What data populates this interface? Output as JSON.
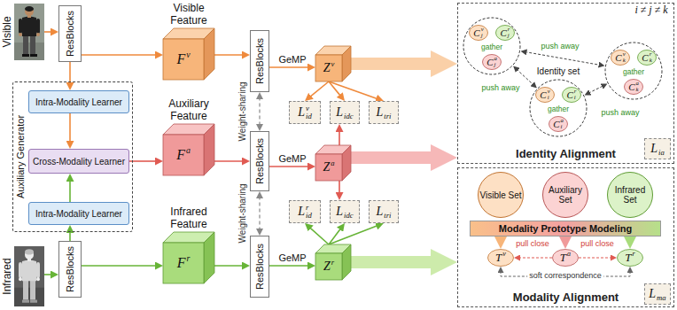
{
  "diagram": {
    "nodes": [
      {
        "text": [
          "Visible"
        ]
      },
      {
        "text": [
          "ResBlocks"
        ]
      },
      {
        "text": [
          "Auxiliary Generator"
        ]
      },
      {
        "text": [
          "Intra-Modality Learner"
        ],
        "in": 2
      },
      {
        "text": [
          "Cross-Modality Learner"
        ],
        "in": 2
      },
      {
        "text": [
          "Intra-Modality Learner"
        ],
        "in": 2
      },
      {
        "text": [
          "ResBlocks"
        ]
      },
      {
        "text": [
          "Infrared"
        ]
      },
      {
        "text": [
          "Visible Feature",
          "F",
          "v"
        ]
      },
      {
        "text": [
          "Auxiliary Feature",
          "F",
          "a"
        ]
      },
      {
        "text": [
          "Infrared Feature",
          "F",
          "r"
        ]
      },
      {
        "text": [
          "ResBlocks"
        ]
      },
      {
        "text": [
          "ResBlocks"
        ]
      },
      {
        "text": [
          "ResBlocks"
        ]
      },
      {
        "text": [
          "Z",
          "v"
        ]
      },
      {
        "text": [
          "L",
          "v",
          "id"
        ]
      },
      {
        "text": [
          "L",
          "idc"
        ]
      },
      {
        "text": [
          "L",
          "tri"
        ]
      },
      {
        "text": [
          "Z",
          "a"
        ]
      },
      {
        "text": [
          "L",
          "r",
          "id"
        ]
      },
      {
        "text": [
          "L",
          "idc"
        ]
      },
      {
        "text": [
          "L",
          "tri"
        ]
      },
      {
        "text": [
          "Z",
          "r"
        ]
      },
      {
        "text": [
          "Identity Alignment"
        ]
      },
      {
        "text": [],
        "in": 23
      },
      {
        "text": [
          "C",
          "v",
          "j"
        ],
        "in": 24
      },
      {
        "text": [
          "C",
          "r",
          "j"
        ],
        "in": 24
      },
      {
        "text": [
          "C",
          "a",
          "j"
        ],
        "in": 24
      },
      {
        "text": [],
        "in": 23
      },
      {
        "text": [
          "C",
          "v",
          "k"
        ],
        "in": 28
      },
      {
        "text": [
          "C",
          "r",
          "k"
        ],
        "in": 28
      },
      {
        "text": [
          "C",
          "a",
          "k"
        ],
        "in": 28
      },
      {
        "text": [
          "Identity set"
        ],
        "in": 23
      },
      {
        "text": [
          "C",
          "v",
          "i"
        ],
        "in": 32
      },
      {
        "text": [
          "C",
          "r",
          "i"
        ],
        "in": 32
      },
      {
        "text": [
          "C",
          "a",
          "i"
        ],
        "in": 32
      },
      {
        "text": [
          "L",
          "ia"
        ],
        "in": 23
      },
      {
        "text": [
          "Modality Alignment"
        ]
      },
      {
        "text": [
          "Visible Set"
        ],
        "in": 37
      },
      {
        "text": [
          "Auxiliary Set"
        ],
        "in": 37
      },
      {
        "text": [
          "Infrared Set"
        ],
        "in": 37
      },
      {
        "text": [
          "Modality Prototype Modeling"
        ],
        "in": 37
      },
      {
        "text": [
          "T",
          "v"
        ],
        "in": 37
      },
      {
        "text": [
          "T",
          "a"
        ],
        "in": 37
      },
      {
        "text": [
          "T",
          "r"
        ],
        "in": 37
      },
      {
        "text": [
          "L",
          "ma"
        ],
        "in": 37
      }
    ],
    "edges": [
      {
        "from": 0,
        "to": 1,
        "arrow": "to"
      },
      {
        "from": 1,
        "to": 8,
        "arrow": "to"
      },
      {
        "from": 1,
        "to": 3,
        "arrow": "to"
      },
      {
        "from": 3,
        "to": 4,
        "arrow": "to"
      },
      {
        "from": 4,
        "to": 9,
        "arrow": "to"
      },
      {
        "from": 5,
        "to": 4,
        "arrow": "to"
      },
      {
        "from": 6,
        "to": 5,
        "arrow": "to"
      },
      {
        "from": 6,
        "to": 10,
        "arrow": "to"
      },
      {
        "from": 7,
        "to": 6,
        "arrow": "to"
      },
      {
        "from": 8,
        "to": 11,
        "arrow": "to"
      },
      {
        "from": 9,
        "to": 12,
        "arrow": "to"
      },
      {
        "from": 10,
        "to": 13,
        "arrow": "to"
      },
      {
        "from": 11,
        "to": 12,
        "label": "Weight-sharing",
        "arrow": "both"
      },
      {
        "from": 12,
        "to": 13,
        "label": "Weight-sharing",
        "arrow": "both"
      },
      {
        "from": 11,
        "to": 14,
        "label": "GeMP",
        "arrow": "to"
      },
      {
        "from": 12,
        "to": 18,
        "label": "GeMP",
        "arrow": "to"
      },
      {
        "from": 13,
        "to": 22,
        "label": "GeMP",
        "arrow": "to"
      },
      {
        "from": 14,
        "to": 15,
        "arrow": "to"
      },
      {
        "from": 14,
        "to": 16,
        "arrow": "to"
      },
      {
        "from": 14,
        "to": 17,
        "arrow": "to"
      },
      {
        "from": 18,
        "to": 16,
        "arrow": "to"
      },
      {
        "from": 18,
        "to": 20,
        "arrow": "to"
      },
      {
        "from": 22,
        "to": 19,
        "arrow": "to"
      },
      {
        "from": 22,
        "to": 20,
        "arrow": "to"
      },
      {
        "from": 22,
        "to": 21,
        "arrow": "to"
      },
      {
        "from": 14,
        "to": 23,
        "arrow": "to"
      },
      {
        "from": 18,
        "to": 23,
        "arrow": "to"
      },
      {
        "from": 22,
        "to": 37,
        "arrow": "to"
      },
      {
        "from": 24,
        "to": 28,
        "label": "push away",
        "arrow": "both"
      },
      {
        "from": 24,
        "to": 32,
        "label": "push away",
        "arrow": "both"
      },
      {
        "from": 32,
        "to": 28,
        "label": "push away",
        "arrow": "both"
      },
      {
        "from": 41,
        "to": 42,
        "arrow": "to"
      },
      {
        "from": 41,
        "to": 43,
        "arrow": "to"
      },
      {
        "from": 41,
        "to": 44,
        "arrow": "to"
      },
      {
        "from": 43,
        "to": 42,
        "label": "pull close",
        "arrow": "to"
      },
      {
        "from": 43,
        "to": 44,
        "label": "pull close",
        "arrow": "to"
      },
      {
        "from": 42,
        "to": 44,
        "label": "soft correspondence",
        "arrow": "both"
      }
    ],
    "labels": [
      "i ≠ j ≠ k",
      "gather",
      "gather",
      "gather"
    ]
  }
}
